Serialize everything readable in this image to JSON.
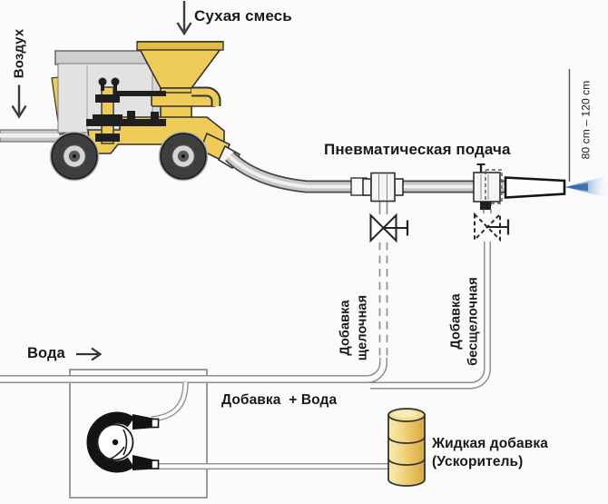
{
  "diagram": {
    "labels": {
      "air": "Воздух",
      "dry_mix": "Сухая смесь",
      "pneumatic_feed": "Пневматическая подача",
      "spray_distance": "80 cm – 120 cm",
      "additive_alkaline": "Добавка\nщелочная",
      "additive_non_alkaline": "Добавка\nбесщелочная",
      "water": "Вода",
      "additive_plus_water": "Добавка  + Вода",
      "liquid_additive": "Жидкая добавка\n(Ускоритель)"
    },
    "icons": {
      "dry_mix_arrow": "down-arrow-icon",
      "air_arrow": "down-arrow-icon",
      "water_arrow": "right-arrow-icon"
    },
    "colors": {
      "machine_yellow": "#EFCC58",
      "hopper_rim": "#E3BC45",
      "cab_gray": "#E2E2E2",
      "barrel_yellow": "#EFCE6E",
      "spray_blue": "#2E66A8",
      "pipe_fill": "#C9C9C9",
      "pipe_outline": "#474747",
      "thin_line_gray": "#8F8F8F",
      "box_border": "#9A9A9A",
      "text": "#1A1A1A",
      "background": "#FBFBFC"
    }
  }
}
